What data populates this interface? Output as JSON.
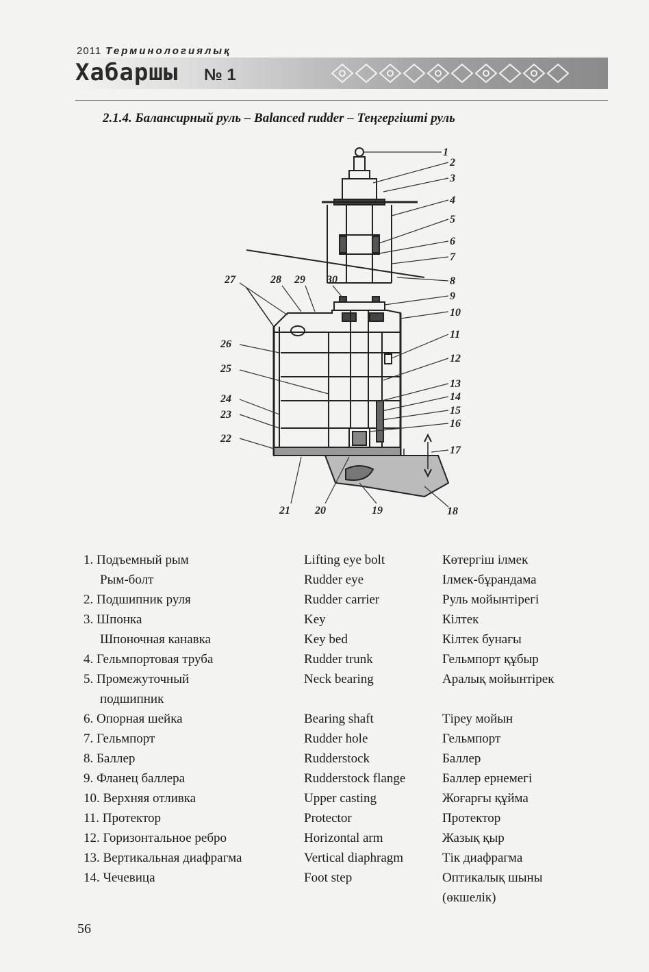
{
  "header": {
    "year": "2011",
    "journal_word": "Терминологиялық",
    "title": "Хабаршы",
    "issue": "№ 1"
  },
  "section_title": "2.1.4. Балансирный руль – Balanced rudder – Теңгергішті руль",
  "figure": {
    "callouts_right": [
      "1",
      "2",
      "3",
      "4",
      "5",
      "6",
      "7",
      "8",
      "9",
      "10",
      "11",
      "12",
      "13",
      "14",
      "15",
      "16",
      "17",
      "18"
    ],
    "callouts_left": [
      "27",
      "28",
      "29",
      "30",
      "26",
      "25",
      "24",
      "23",
      "22"
    ],
    "callouts_bottom": [
      "21",
      "20",
      "19"
    ]
  },
  "terms": [
    {
      "ru": "1. Подъемный рым",
      "en": "Lifting eye bolt",
      "kz": "Көтергіш ілмек"
    },
    {
      "ru": "Рым-болт",
      "en": "Rudder eye",
      "kz": "Ілмек-бұрандама",
      "sub": true
    },
    {
      "ru": "2. Подшипник руля",
      "en": "Rudder carrier",
      "kz": "Руль мойынтірегі"
    },
    {
      "ru": "3. Шпонка",
      "en": "Key",
      "kz": "Кілтек"
    },
    {
      "ru": "Шпоночная канавка",
      "en": "Key bed",
      "kz": "Кілтек бунағы",
      "sub": true
    },
    {
      "ru": "4. Гельмпортовая труба",
      "en": "Rudder trunk",
      "kz": "Гельмпорт құбыр"
    },
    {
      "ru": "5. Промежуточный",
      "en": "Neck bearing",
      "kz": "Аралық мойынтірек"
    },
    {
      "ru": "подшипник",
      "en": "",
      "kz": "",
      "sub": true
    },
    {
      "ru": "6. Опорная шейка",
      "en": "Bearing shaft",
      "kz": "Тіреу мойын"
    },
    {
      "ru": "7. Гельмпорт",
      "en": "Rudder hole",
      "kz": "Гельмпорт"
    },
    {
      "ru": "8. Баллер",
      "en": "Rudderstock",
      "kz": "Баллер"
    },
    {
      "ru": "9. Фланец баллера",
      "en": "Rudderstock flange",
      "kz": "Баллер ернемегі"
    },
    {
      "ru": "10. Верхняя отливка",
      "en": "Upper casting",
      "kz": "Жоғарғы құйма"
    },
    {
      "ru": "11. Протектор",
      "en": "Protector",
      "kz": "Протектор"
    },
    {
      "ru": "12. Горизонтальное ребро",
      "en": "Horizontal arm",
      "kz": "Жазық қыр"
    },
    {
      "ru": "13. Вертикальная диафрагма",
      "en": "Vertical diaphragm",
      "kz": "Тік диафрагма"
    },
    {
      "ru": "14. Чечевица",
      "en": "Foot step",
      "kz": "Оптикалық шыны"
    },
    {
      "ru": "",
      "en": "",
      "kz": "(өкшелік)"
    }
  ],
  "page_number": "56"
}
